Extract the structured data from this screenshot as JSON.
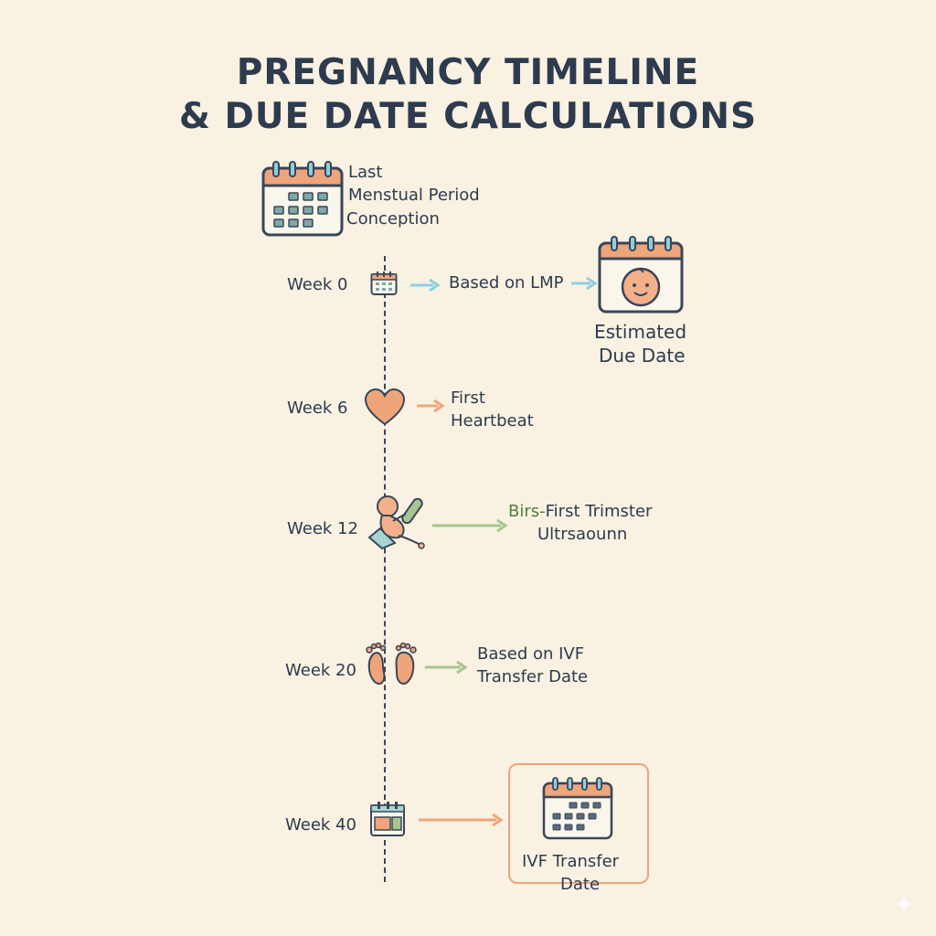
{
  "title": {
    "line1": "PREGNANCY TIMELINE",
    "line2": "& DUE DATE CALCULATIONS"
  },
  "header_block": {
    "icon": "calendar-icon",
    "line1": "Last",
    "line2": "Menstual Period",
    "line3": "Conception"
  },
  "milestones": [
    {
      "week": "Week 0",
      "icon": "small-calendar-icon",
      "label_line1": "Based on LMP",
      "label_line2": "",
      "arrow_color": "#8ecfdc"
    },
    {
      "week": "Week 6",
      "icon": "heart-icon",
      "label_line1": "First",
      "label_line2": "Heartbeat",
      "arrow_color": "#eea57a"
    },
    {
      "week": "Week 12",
      "icon": "fetus-icon",
      "label_prefix": "Birs-",
      "label_line1": "First Trimster",
      "label_line2": "Ultrsaounn",
      "arrow_color": "#a9c58f"
    },
    {
      "week": "Week 20",
      "icon": "baby-feet-icon",
      "label_line1": "Based on IVF",
      "label_line2": "Transfer Date",
      "arrow_color": "#a9c58f"
    },
    {
      "week": "Week 40",
      "icon": "calendar-highlight-icon",
      "label_line1": "",
      "label_line2": "",
      "arrow_color": "#eea57a"
    }
  ],
  "due_date": {
    "icon": "calendar-baby-icon",
    "line1": "Estimated",
    "line2": "Due Date"
  },
  "ivf_box": {
    "icon": "calendar-icon",
    "line1": "IVF Transfer",
    "line2": "Date"
  },
  "colors": {
    "background": "#f9f1e2",
    "text": "#2e3b4e",
    "orange": "#eea57a",
    "teal": "#8ecfdc",
    "green": "#a9c58f",
    "calendar_cell": "#7fa8a8"
  }
}
